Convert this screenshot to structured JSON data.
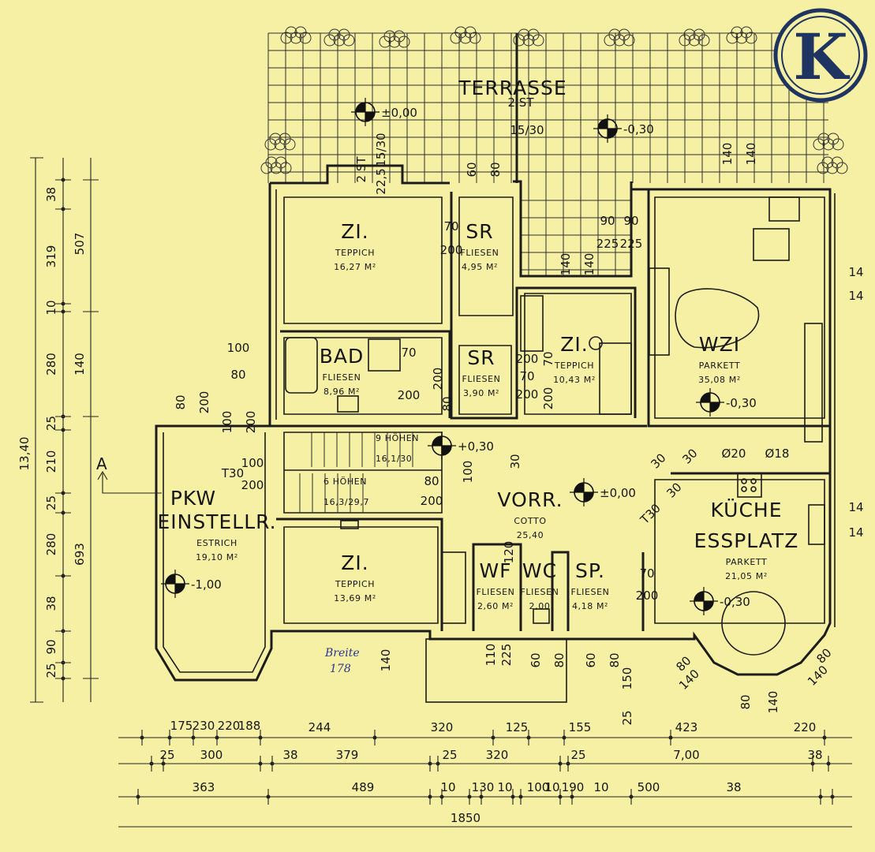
{
  "logo": {
    "text": "K"
  },
  "rooms": [
    {
      "id": "terrasse",
      "name": "TERRASSE",
      "floor": "",
      "area": ""
    },
    {
      "id": "zi1",
      "name": "ZI.",
      "floor": "TEPPICH",
      "area": "16,27 M²"
    },
    {
      "id": "sr1",
      "name": "SR",
      "floor": "FLIESEN",
      "area": "4,95 M²"
    },
    {
      "id": "zi2",
      "name": "ZI.",
      "floor": "TEPPICH",
      "area": "10,43 M²"
    },
    {
      "id": "wzi",
      "name": "WZI",
      "floor": "PARKETT",
      "area": "35,08 M²"
    },
    {
      "id": "bad",
      "name": "BAD",
      "floor": "FLIESEN",
      "area": "8,96 M²"
    },
    {
      "id": "sr2",
      "name": "SR",
      "floor": "FLIESEN",
      "area": "3,90 M²"
    },
    {
      "id": "pkw1",
      "name": "PKW",
      "floor": "",
      "area": ""
    },
    {
      "id": "pkw2",
      "name": "EINSTELLR.",
      "floor": "ESTRICH",
      "area": "19,10 M²"
    },
    {
      "id": "vorr",
      "name": "VORR.",
      "floor": "COTTO",
      "area": "25,40"
    },
    {
      "id": "kueche1",
      "name": "KÜCHE",
      "floor": "",
      "area": ""
    },
    {
      "id": "kueche2",
      "name": "ESSPLATZ",
      "floor": "PARKETT",
      "area": "21,05 M²"
    },
    {
      "id": "zi3",
      "name": "ZI.",
      "floor": "TEPPICH",
      "area": "13,69 M²"
    },
    {
      "id": "wf",
      "name": "WF",
      "floor": "FLIESEN",
      "area": "2,60 M²"
    },
    {
      "id": "wc",
      "name": "WC",
      "floor": "FLIESEN",
      "area": "2,00"
    },
    {
      "id": "sp",
      "name": "SP.",
      "floor": "FLIESEN",
      "area": "4,18 M²"
    }
  ],
  "levels": [
    "±0,00",
    "-0,30",
    "+0,30",
    "±0,00",
    "-1,00",
    "-0,30",
    "-0,30"
  ],
  "stairs": [
    {
      "steps": "9 HÖHEN",
      "ratio": "16,1/30"
    },
    {
      "steps": "6 HÖHEN",
      "ratio": "16,3/29,7"
    }
  ],
  "section_marker": "A",
  "handwritten": {
    "line1": "Breite",
    "line2": "178"
  },
  "top_annotations": [
    "2 ST",
    "15/30",
    "22,5",
    "15/30",
    "2 ST"
  ],
  "openings": [
    "90",
    "225",
    "70",
    "200",
    "70",
    "200",
    "70",
    "200",
    "100",
    "80",
    "100",
    "200",
    "100",
    "200",
    "70",
    "200",
    "80",
    "200",
    "90",
    "225",
    "60",
    "80",
    "140",
    "140",
    "140",
    "140",
    "14",
    "14",
    "14",
    "14",
    "80",
    "140",
    "80",
    "140",
    "80",
    "140",
    "60",
    "80",
    "60",
    "80",
    "110",
    "225",
    "150",
    "25",
    "140",
    "80",
    "200",
    "200",
    "70",
    "200",
    "120",
    "200",
    "100",
    "80",
    "30",
    "30",
    "30",
    "30",
    "T30",
    "T30",
    "Ø20",
    "Ø18"
  ],
  "dims_left_inner": [
    "38",
    "319",
    "10",
    "280",
    "25",
    "210",
    "25",
    "280",
    "38",
    "90",
    "25"
  ],
  "dims_left_mid": [
    "507",
    "140",
    "693"
  ],
  "dims_left_outer": "13,40",
  "dims_bottom_row1": [
    "175",
    "230",
    "220",
    "188",
    "244",
    "320",
    "125",
    "155",
    "423",
    "220"
  ],
  "dims_bottom_row2": [
    "25",
    "300",
    "38",
    "379",
    "25",
    "320",
    "25",
    "7,00",
    "38"
  ],
  "dims_bottom_row3": [
    "363",
    "489",
    "10",
    "130",
    "10",
    "100",
    "10",
    "190",
    "10",
    "500",
    "38"
  ],
  "dims_bottom_total": "1850"
}
